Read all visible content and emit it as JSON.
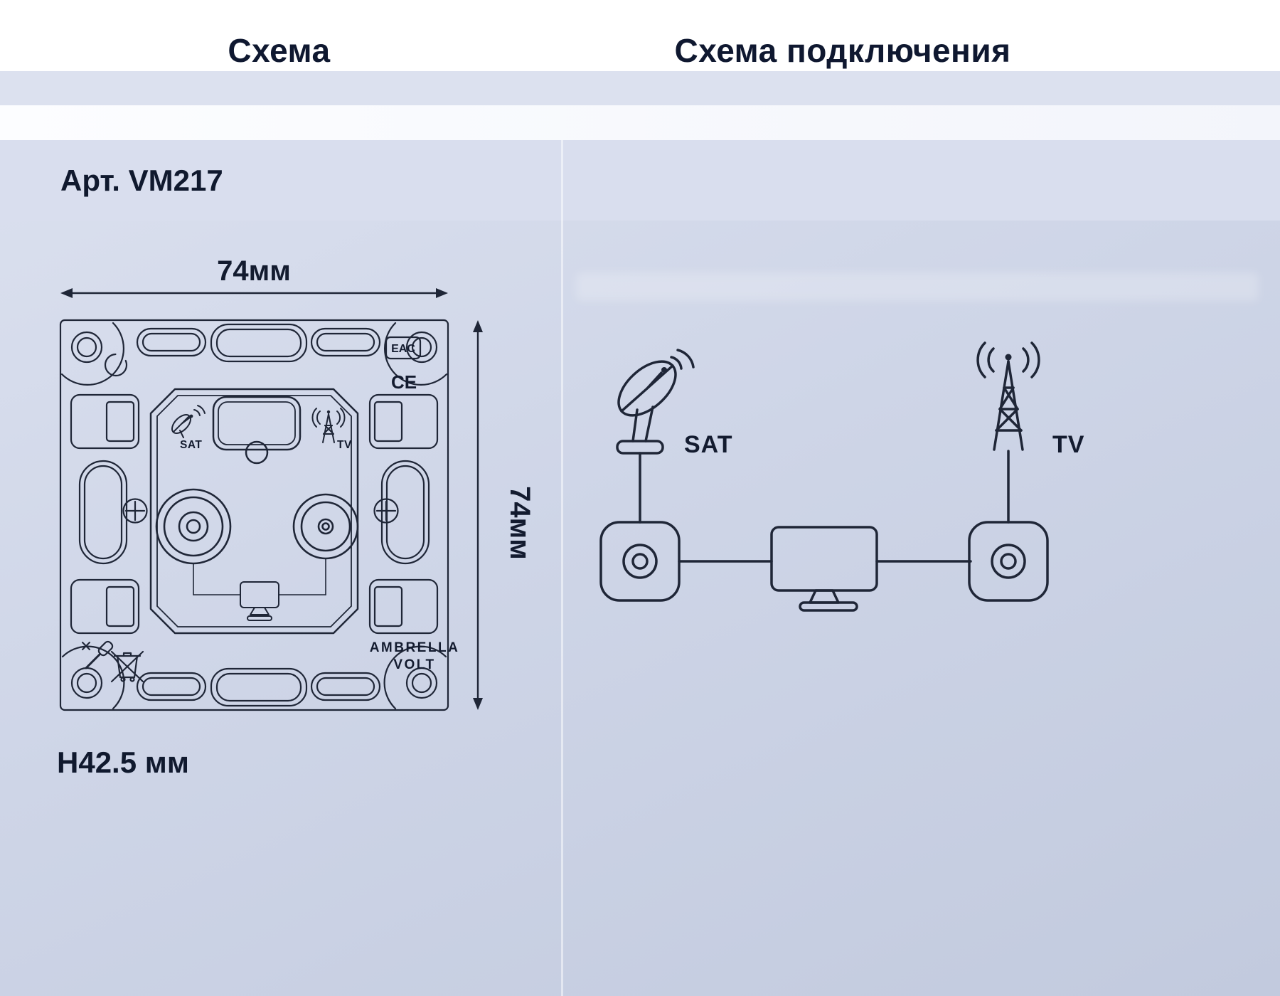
{
  "left_panel": {
    "title": "Схема",
    "article": "Арт. VM217",
    "dimensions": {
      "width": "74мм",
      "height": "74мм",
      "depth": "H42.5 мм"
    },
    "drawing": {
      "sat_port_label": "SAT",
      "tv_port_label": "TV",
      "eac_mark": "EAC",
      "ce_mark": "CE",
      "brand_line1": "AMBRELLA",
      "brand_line2": "VOLT"
    }
  },
  "right_panel": {
    "title": "Схема подключения",
    "sat_label": "SAT",
    "tv_label": "TV"
  },
  "colors": {
    "line": "#1f2637",
    "text": "#131b2f",
    "bg_white": "#ffffff",
    "bg_blue_band": "#dce1ef",
    "bg_article_band": "#d9deee",
    "bg_main_start": "#dde2f0",
    "bg_main_end": "#c2cade"
  }
}
